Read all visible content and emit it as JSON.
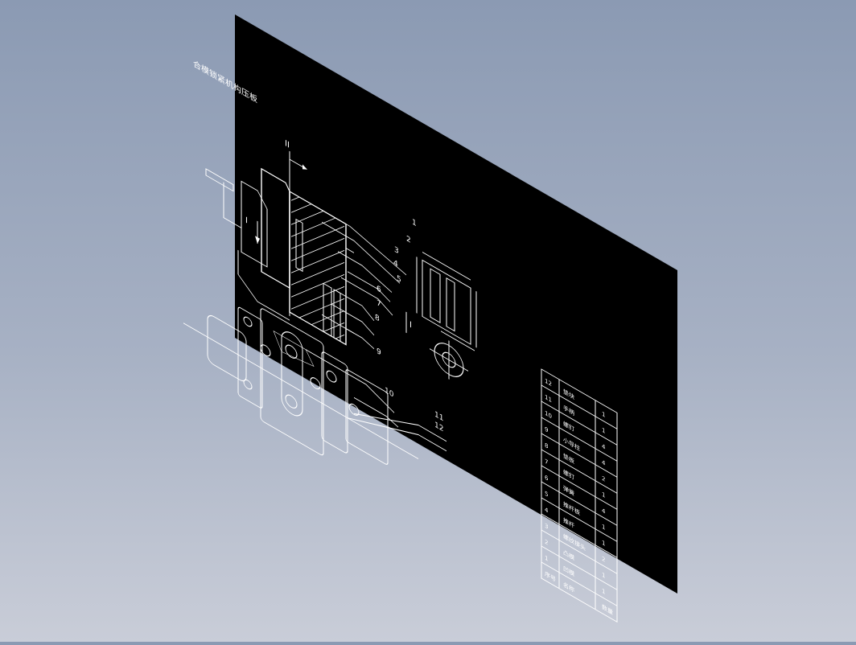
{
  "drawing": {
    "title": "合模锁紧机构压板",
    "view_labels": [
      "I",
      "II"
    ],
    "callouts": [
      "1",
      "2",
      "3",
      "4",
      "5",
      "6",
      "7",
      "8",
      "9",
      "10",
      "11",
      "12"
    ]
  },
  "bom": {
    "rows": [
      {
        "no": "12",
        "name": "垫块",
        "qty": "1"
      },
      {
        "no": "11",
        "name": "手柄",
        "qty": "1"
      },
      {
        "no": "10",
        "name": "螺钉",
        "qty": "4"
      },
      {
        "no": "9",
        "name": "小导柱",
        "qty": "4"
      },
      {
        "no": "8",
        "name": "垫板",
        "qty": "2"
      },
      {
        "no": "7",
        "name": "螺钉",
        "qty": "1"
      },
      {
        "no": "6",
        "name": "弹簧",
        "qty": "4"
      },
      {
        "no": "5",
        "name": "推杆板",
        "qty": "1"
      },
      {
        "no": "4",
        "name": "推杆",
        "qty": "1"
      },
      {
        "no": "3",
        "name": "螺纹接头",
        "qty": "2"
      },
      {
        "no": "2",
        "name": "凸模",
        "qty": "1"
      },
      {
        "no": "1",
        "name": "凹模",
        "qty": "1"
      }
    ],
    "header": {
      "no": "序号",
      "name": "名称",
      "qty": "数量"
    }
  },
  "colors": {
    "sheet": "#000000",
    "ink": "#ffffff"
  }
}
